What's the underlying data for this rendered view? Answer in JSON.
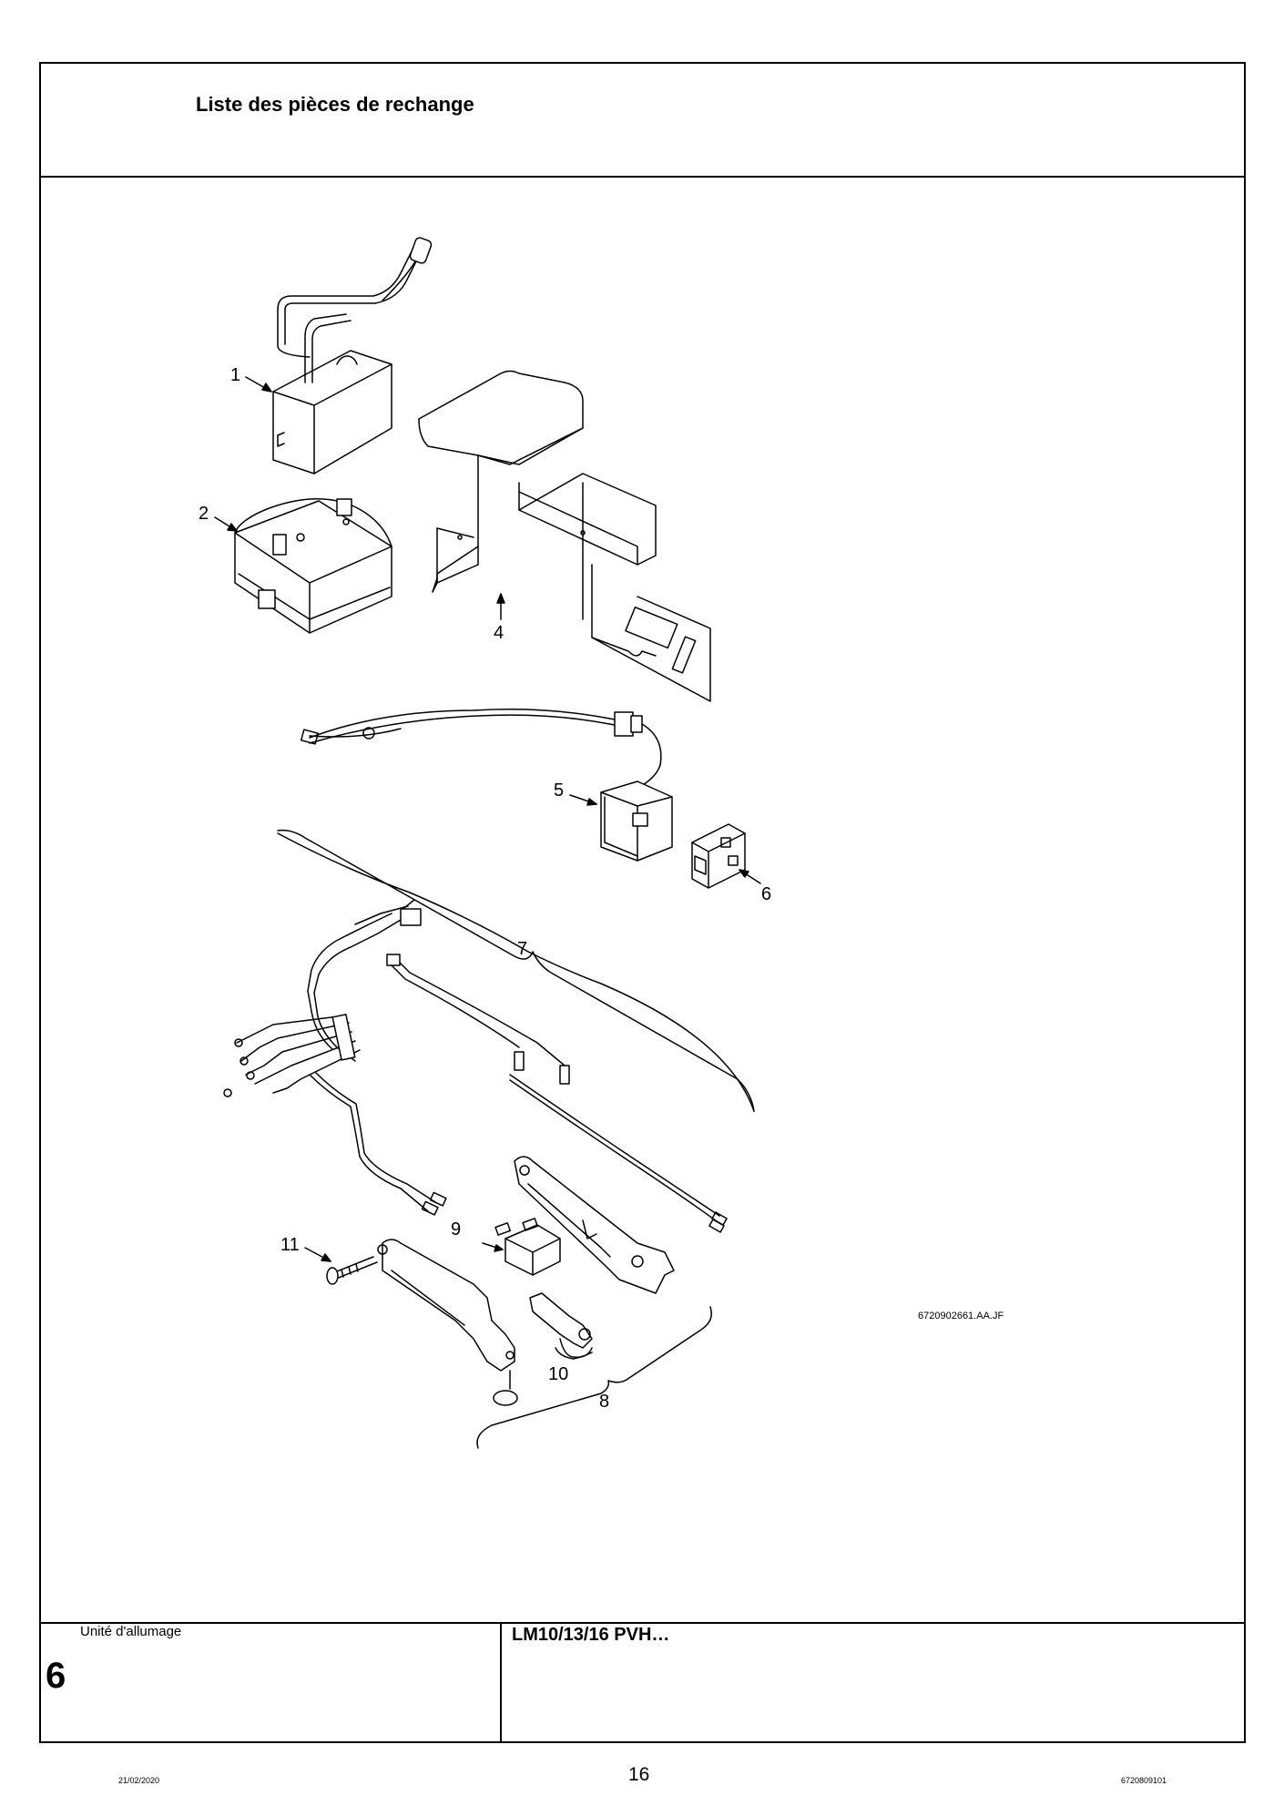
{
  "header": {
    "title": "Liste des pièces de rechange"
  },
  "diagram": {
    "figure_ref": "6720902661.AA.JF",
    "callouts": [
      "1",
      "2",
      "4",
      "5",
      "6",
      "7",
      "8",
      "9",
      "10",
      "11"
    ]
  },
  "footer": {
    "section_name": "Unité d'allumage",
    "section_number": "6",
    "model": "LM10/13/16 PVH…",
    "date": "21/02/2020",
    "page_number": "16",
    "doc_number": "6720809101"
  }
}
